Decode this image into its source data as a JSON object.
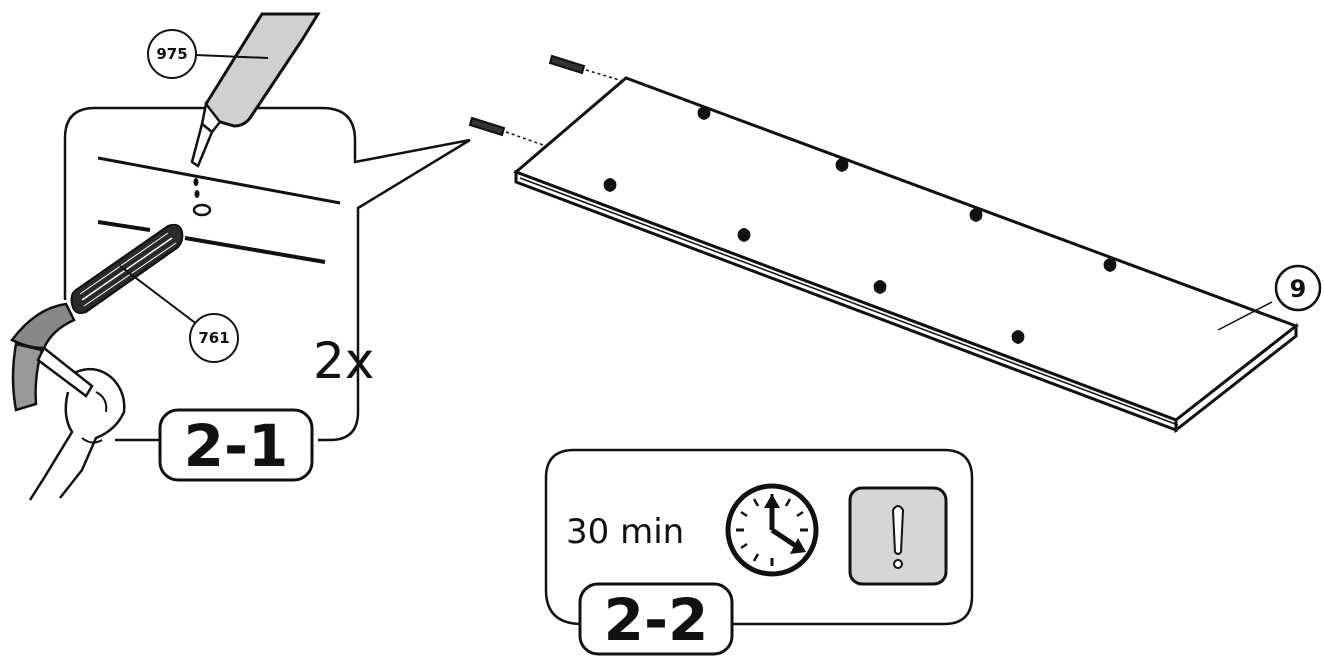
{
  "callouts": {
    "glue": "975",
    "dowel": "761",
    "panel": "9"
  },
  "step_2_1": {
    "label": "2-1",
    "multiplier": "2x"
  },
  "step_2_2": {
    "label": "2-2",
    "duration": "30 min",
    "clock_icon": "clock-icon",
    "warning_icon": "exclamation-icon"
  },
  "colors": {
    "ink": "#111111",
    "tube_fill": "#d0d0d0",
    "warning_bg": "#d6d6d6"
  }
}
